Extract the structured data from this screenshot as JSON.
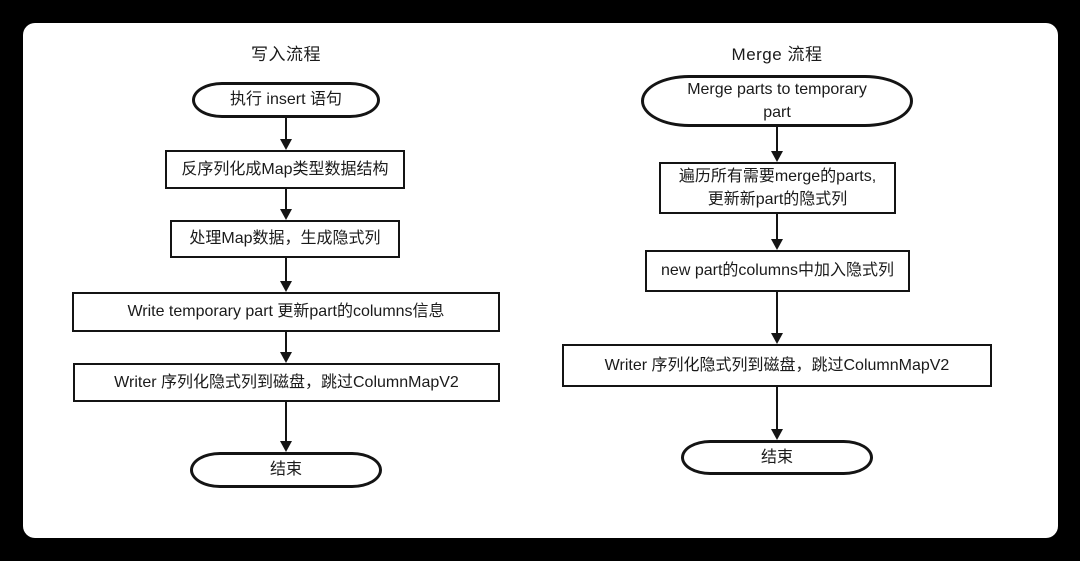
{
  "palette": {
    "outer_background": "#000000",
    "canvas_background": "#ffffff",
    "stroke": "#141414",
    "text": "#1a1a1a"
  },
  "charts": [
    {
      "title": "写入流程",
      "nodes": [
        {
          "type": "terminator",
          "lines": [
            "执行 insert 语句"
          ]
        },
        {
          "type": "process",
          "lines": [
            "反序列化成Map类型数据结构"
          ]
        },
        {
          "type": "process",
          "lines": [
            "处理Map数据，生成隐式列"
          ]
        },
        {
          "type": "process",
          "lines": [
            "Write temporary part 更新part的columns信息"
          ]
        },
        {
          "type": "process",
          "lines": [
            "Writer 序列化隐式列到磁盘，跳过ColumnMapV2"
          ]
        },
        {
          "type": "terminator",
          "lines": [
            "结束"
          ]
        }
      ]
    },
    {
      "title": "Merge 流程",
      "nodes": [
        {
          "type": "terminator",
          "lines": [
            "Merge parts to temporary",
            "part"
          ]
        },
        {
          "type": "process",
          "lines": [
            "遍历所有需要merge的parts,",
            "更新新part的隐式列"
          ]
        },
        {
          "type": "process",
          "lines": [
            "new part的columns中加入隐式列"
          ]
        },
        {
          "type": "process",
          "lines": [
            "Writer 序列化隐式列到磁盘，跳过ColumnMapV2"
          ]
        },
        {
          "type": "terminator",
          "lines": [
            "结束"
          ]
        }
      ]
    }
  ]
}
